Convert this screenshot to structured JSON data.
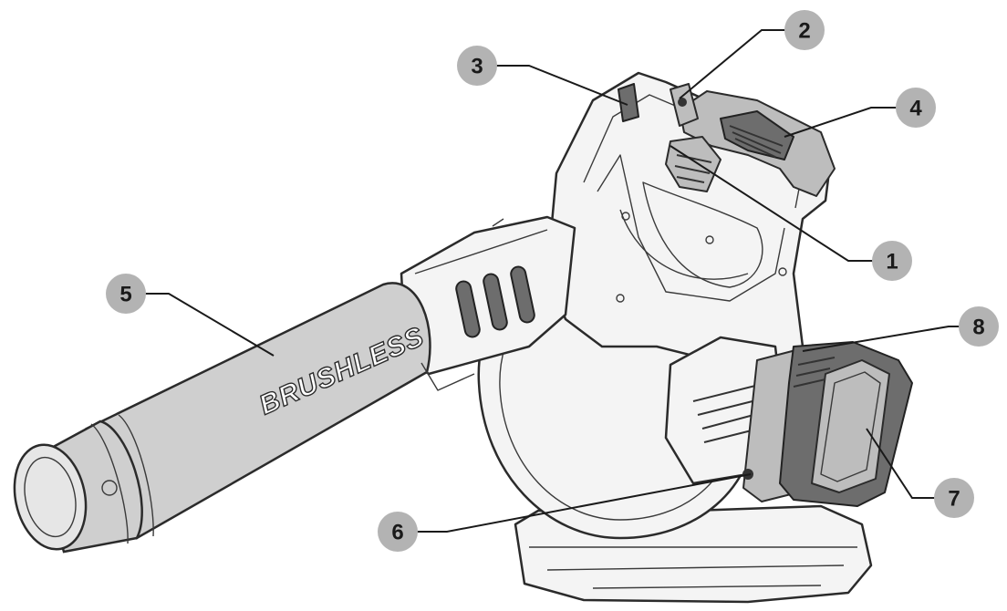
{
  "tube_label": "BRUSHLESS",
  "callouts": [
    {
      "id": "1",
      "label": "1"
    },
    {
      "id": "2",
      "label": "2"
    },
    {
      "id": "3",
      "label": "3"
    },
    {
      "id": "4",
      "label": "4"
    },
    {
      "id": "5",
      "label": "5"
    },
    {
      "id": "6",
      "label": "6"
    },
    {
      "id": "7",
      "label": "7"
    },
    {
      "id": "8",
      "label": "8"
    }
  ],
  "colors": {
    "callout_fill": "#b3b3b3",
    "line": "#1a1a1a",
    "tube": "#cfcfcf",
    "battery": "#6d6d6d"
  }
}
